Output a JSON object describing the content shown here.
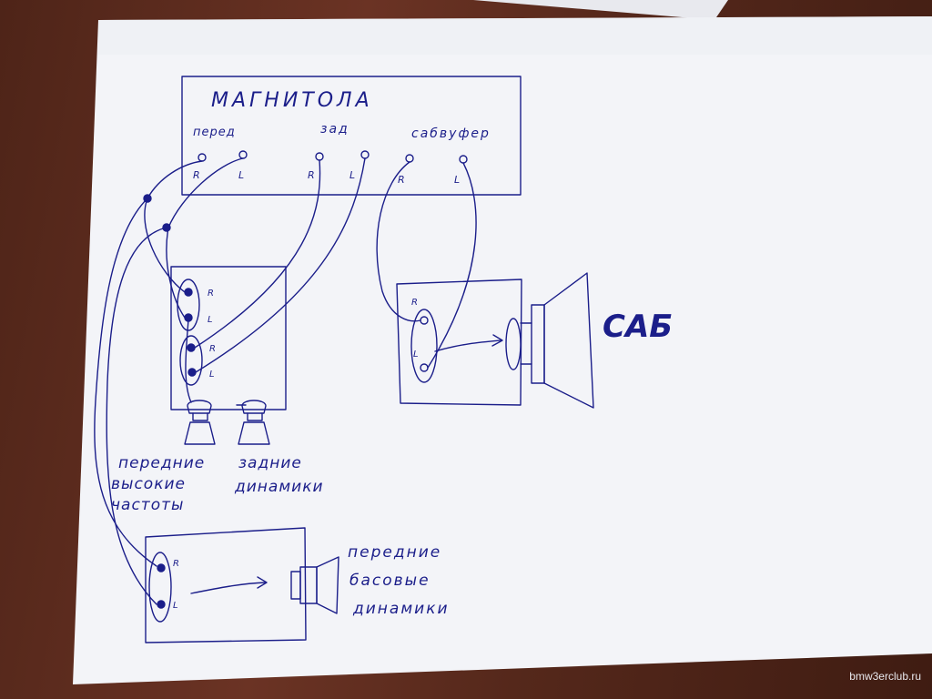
{
  "diagram": {
    "head_unit": {
      "title": "МАГНИТОЛА",
      "front_label": "перед",
      "rear_label": "зад",
      "sub_label": "сабвуфер",
      "channel_r": "R",
      "channel_l": "L"
    },
    "amp_front_rear": {
      "ch_r": "R",
      "ch_l": "L"
    },
    "amp_sub": {
      "ch_r": "R",
      "ch_l": "L"
    },
    "amp_bass": {
      "ch_r": "R",
      "ch_l": "L"
    },
    "sub_label": "САБ",
    "tweeters_label": [
      "передние",
      "высокие",
      "частоты"
    ],
    "rear_speakers_label": [
      "задние",
      "динамики"
    ],
    "front_bass_label": [
      "передние",
      "басовые",
      "динамики"
    ]
  },
  "watermark": "bmw3erclub.ru",
  "colors": {
    "ink": "#1b1e8a",
    "paper": "#f4f5f8",
    "desk": "#5a2a1e"
  }
}
